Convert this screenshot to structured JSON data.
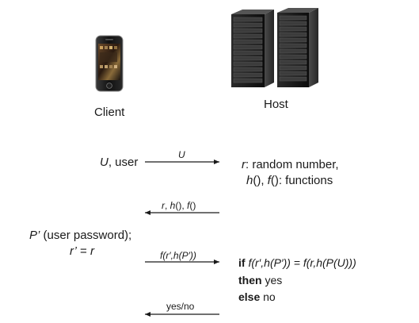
{
  "client": {
    "label": "Client"
  },
  "host": {
    "label": "Host"
  },
  "messages": {
    "m1": {
      "label": "U"
    },
    "m2": {
      "label_r": "r",
      "label_h": "h",
      "label_f": "f",
      "sep1": ", ",
      "paren1": "(), ",
      "paren2": "()"
    },
    "m3": {
      "label": "f(r′,h(P′))"
    },
    "m4": {
      "label": "yes/no"
    }
  },
  "client_side": {
    "user_var": "U",
    "user_text": ", user",
    "password_var": "P’",
    "password_text": " (user password);",
    "assign_left": "r’",
    "assign_eq": " = ",
    "assign_right": "r"
  },
  "host_side": {
    "r_var": "r",
    "r_text": ": random number,",
    "h_var": "h",
    "f_var": "f",
    "func_sep": "(), ",
    "func_text": "(): functions",
    "if_kw": "if",
    "if_expr": "f(r′,h(P′)) = f(r,h(P(U)))",
    "then_kw": "then",
    "then_text": " yes",
    "else_kw": "else",
    "else_text": " no"
  }
}
